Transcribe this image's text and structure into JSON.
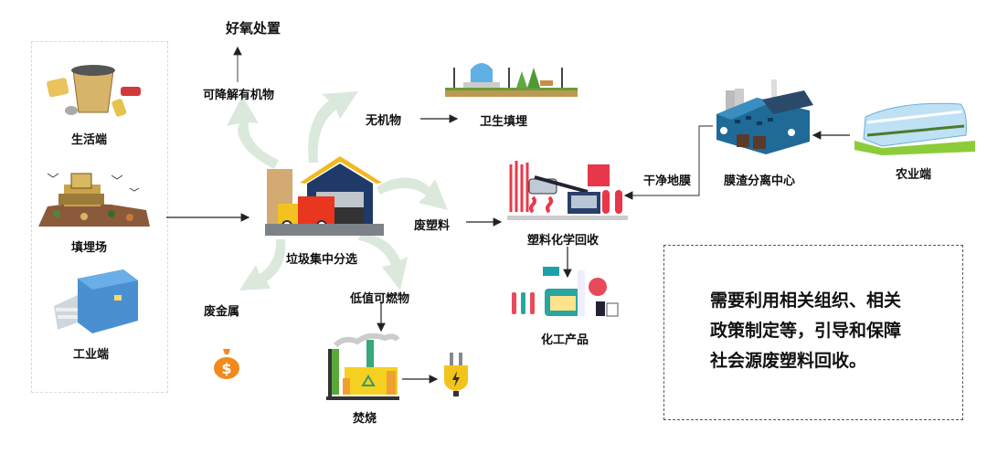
{
  "sources": {
    "household": "生活端",
    "landfill": "填埋场",
    "industry": "工业端",
    "agriculture": "农业端"
  },
  "sorting_center": "垃圾集中分选",
  "branches": {
    "degradable_organic": "可降解有机物",
    "aerobic_disposal": "好氧处置",
    "inorganic": "无机物",
    "sanitary_landfill": "卫生填埋",
    "waste_plastic": "废塑料",
    "scrap_metal": "废金属",
    "low_value_combustible": "低值可燃物",
    "incineration": "焚烧"
  },
  "plastic_chain": {
    "chemical_recycling": "塑料化学回收",
    "chemical_products": "化工产品",
    "clean_film": "干净地膜",
    "film_separation_center": "膜渣分离中心"
  },
  "note": {
    "lines": [
      "需要利用相关组织、相关",
      "政策制定等，引导和保障",
      "社会源废塑料回收。"
    ]
  },
  "colors": {
    "curve_arrow": "#dbe8dc",
    "connector": "#222222",
    "note_border": "#555555",
    "money_bag": "#f08a1c",
    "plug": "#f2c31b"
  }
}
